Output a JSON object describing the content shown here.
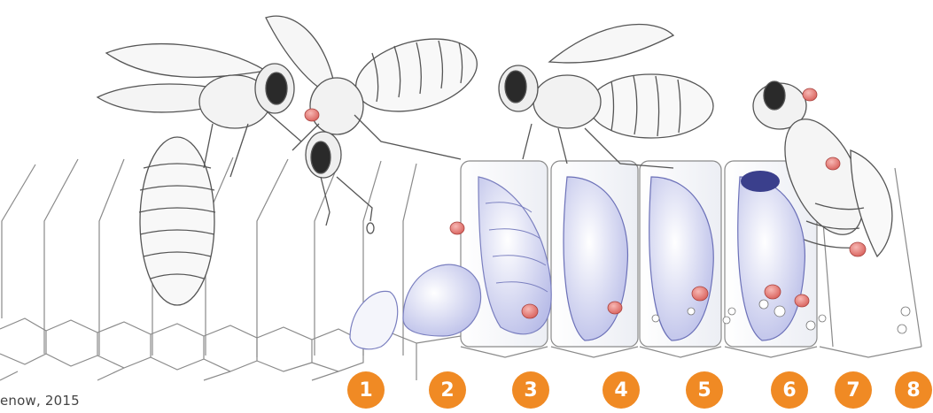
{
  "credit": "enow, 2015",
  "stages": [
    "1",
    "2",
    "3",
    "4",
    "5",
    "6",
    "7",
    "8"
  ],
  "colors": {
    "badge": "#f08a24",
    "mite": "#e07a78",
    "pupa_blue": "#8c93d6",
    "line": "#555555"
  }
}
